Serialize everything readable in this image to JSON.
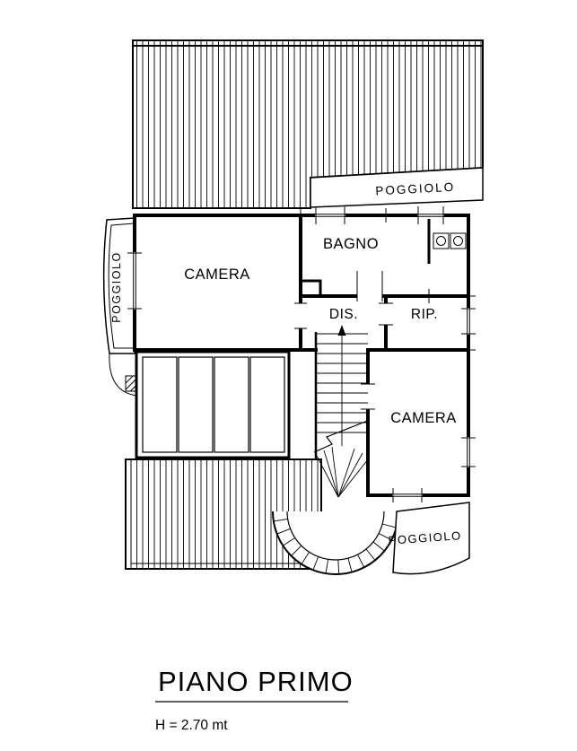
{
  "plan": {
    "rooms": {
      "camera1": "CAMERA",
      "bagno": "BAGNO",
      "dis": "DIS.",
      "rip": "RIP.",
      "camera2": "CAMERA"
    },
    "balconies": {
      "top_right": "POGGIOLO",
      "left": "POGGIOLO",
      "bottom_right": "POGGIOLO"
    }
  },
  "titleblock": {
    "title": "PIANO PRIMO",
    "height_note": "H = 2.70 mt"
  },
  "colors": {
    "ink": "#000000",
    "paper": "#ffffff"
  }
}
